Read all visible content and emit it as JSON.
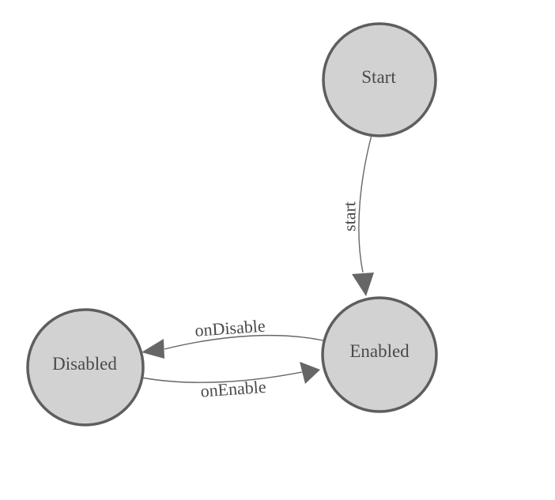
{
  "diagram": {
    "kind": "state-machine-diagram",
    "colors": {
      "background": "#ffffff",
      "node_fill": "#d2d2d2",
      "node_stroke": "#5e5e5e",
      "edge_stroke": "#666666",
      "arrow_fill": "#666666",
      "text": "#4a4a4a"
    },
    "nodes": [
      {
        "id": "start",
        "label": "Start"
      },
      {
        "id": "enabled",
        "label": "Enabled"
      },
      {
        "id": "disabled",
        "label": "Disabled"
      }
    ],
    "edges": [
      {
        "id": "start-transition",
        "from": "Start",
        "to": "Enabled",
        "label": "start"
      },
      {
        "id": "on-disable-transition",
        "from": "Enabled",
        "to": "Disabled",
        "label": "onDisable"
      },
      {
        "id": "on-enable-transition",
        "from": "Disabled",
        "to": "Enabled",
        "label": "onEnable"
      }
    ]
  }
}
